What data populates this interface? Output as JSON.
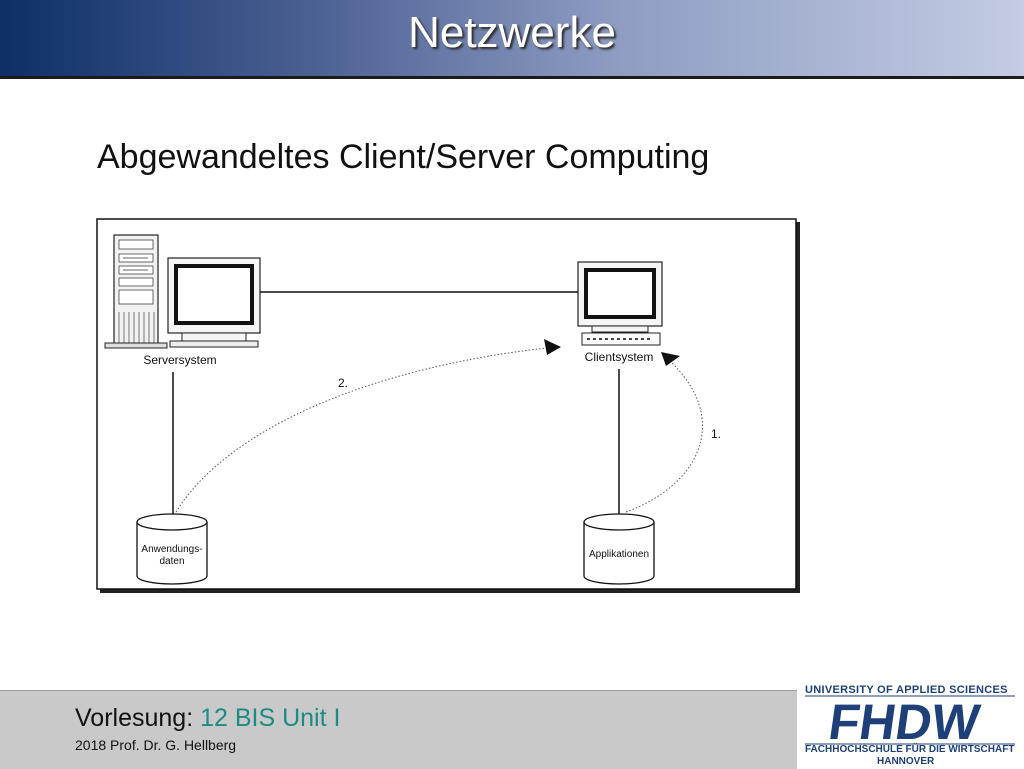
{
  "slide": {
    "title": "Netzwerke",
    "subtitle": "Abgewandeltes Client/Server Computing"
  },
  "diagram": {
    "server_label": "Serversystem",
    "client_label": "Clientsystem",
    "db_server_label_line1": "Anwendungs-",
    "db_server_label_line2": "daten",
    "db_client_label": "Applikationen",
    "step1_label": "1.",
    "step2_label": "2."
  },
  "footer": {
    "lecture_prefix": "Vorlesung: ",
    "course": "12 BIS Unit I",
    "author_line": "2018 Prof. Dr. G. Hellberg"
  },
  "logo": {
    "top_text": "UNIVERSITY OF APPLIED SCIENCES",
    "name": "FHDW",
    "bottom_line1": "FACHHOCHSCHULE FÜR DIE WIRTSCHAFT",
    "bottom_line2": "HANNOVER"
  },
  "colors": {
    "header_dark": "#0d2f66",
    "course_accent": "#1b8c84",
    "logo_blue": "#1e3f78"
  }
}
